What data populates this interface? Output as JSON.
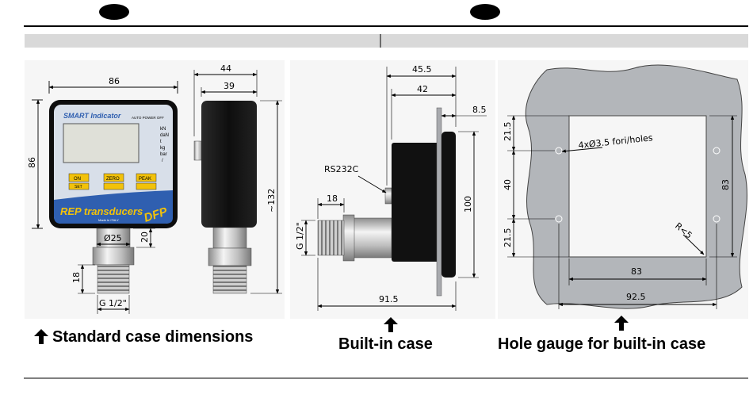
{
  "front_view": {
    "brand_title": "SMART Indicator",
    "auto_power_text": "AUTO POWER OFF",
    "units": [
      "kN",
      "daN",
      "t",
      "kg",
      "bar",
      "/"
    ],
    "buttons": [
      {
        "top": "ON",
        "bottom": "SET"
      },
      {
        "top": "ZERO",
        "bottom": ""
      },
      {
        "top": "PEAK",
        "bottom": ""
      }
    ],
    "logo_text": "REP transducers",
    "logo_mark": "DFP",
    "made_in": "Made in ITALY",
    "dim_width": "86",
    "dim_height": "86",
    "dim_diameter": "Ø25",
    "dim_neck": "20",
    "dim_thread_len": "18",
    "dim_thread": "G 1/2\""
  },
  "side_view": {
    "dim_total_depth": "44",
    "dim_body_depth": "39",
    "dim_height": "~132"
  },
  "builtin_view": {
    "dim_a": "45.5",
    "dim_b": "42",
    "dim_c": "8.5",
    "dim_height": "100",
    "dim_thread_len": "18",
    "dim_thread": "G 1/2\"",
    "dim_total": "91.5",
    "port_label": "RS232C"
  },
  "hole_gauge": {
    "hole_label": "4xØ3.5 fori/holes",
    "dim_top": "21.5",
    "dim_mid": "40",
    "dim_bot": "21.5",
    "dim_right": "83",
    "dim_inner": "83",
    "dim_outer": "92.5",
    "radius_label": "R<5"
  },
  "captions": {
    "standard": "Standard case dimensions",
    "builtin": "Built-in case",
    "gauge": "Hole gauge for built-in case"
  },
  "colors": {
    "lcd": "#dfe0d8",
    "panel": "#d8dfe9",
    "button": "#f2c20a",
    "logo_band": "#2f5fb0",
    "dark_body": "#151515",
    "plate": "#a8aaae"
  }
}
